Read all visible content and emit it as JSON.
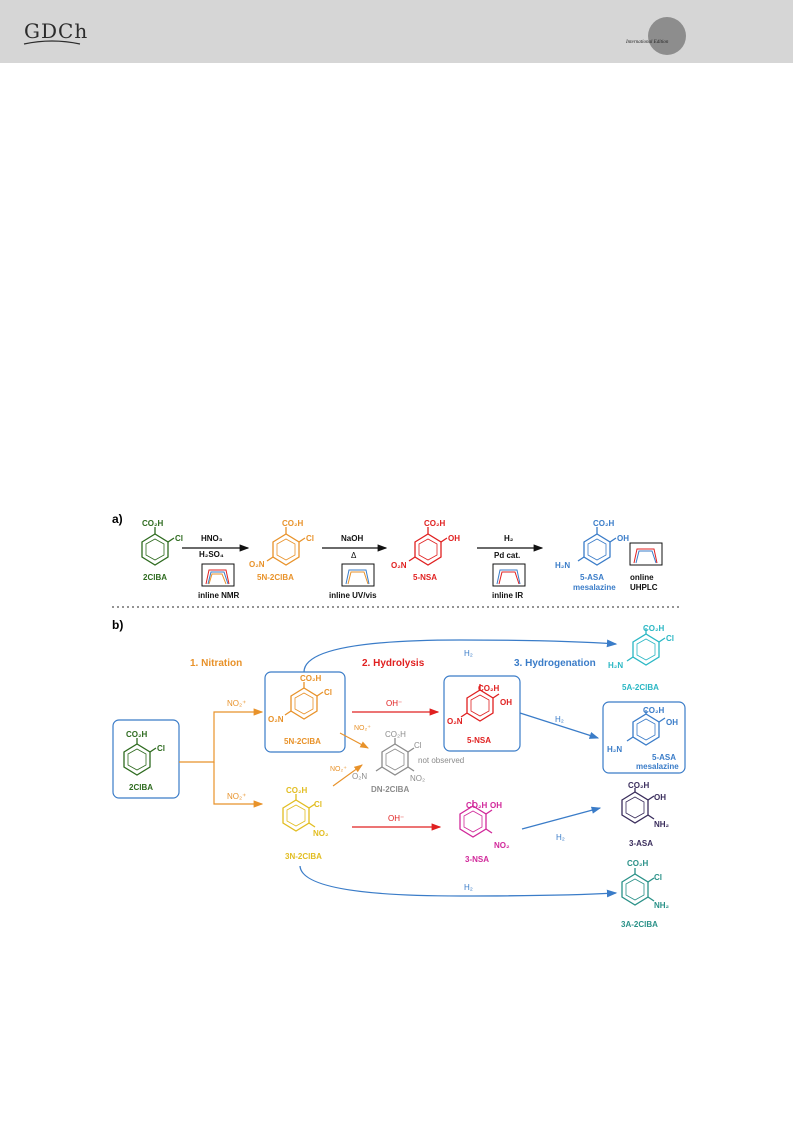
{
  "header": {
    "logo_text": "GDCh",
    "edition_label": "International Edition"
  },
  "panel_a": {
    "label": "a)",
    "compounds": {
      "c1": {
        "name": "2ClBA",
        "sub1": "CO₂H",
        "sub2": "Cl"
      },
      "c2": {
        "name": "5N-2ClBA",
        "sub1": "CO₂H",
        "sub2": "Cl",
        "sub3": "O₂N"
      },
      "c3": {
        "name": "5-NSA",
        "sub1": "CO₂H",
        "sub2": "OH",
        "sub3": "O₂N"
      },
      "c4": {
        "name": "5-ASA",
        "name2": "mesalazine",
        "sub1": "CO₂H",
        "sub2": "OH",
        "sub3": "H₂N"
      }
    },
    "steps": [
      {
        "reagent1": "HNO₃",
        "reagent2": "H₂SO₄",
        "analytics": "inline NMR"
      },
      {
        "reagent1": "NaOH",
        "reagent2": "Δ",
        "analytics": "inline UV/vis"
      },
      {
        "reagent1": "H₂",
        "reagent2": "Pd cat.",
        "analytics": "inline IR"
      }
    ],
    "final_analytics_1": "online",
    "final_analytics_2": "UHPLC"
  },
  "panel_b": {
    "label": "b)",
    "stage_titles": {
      "nitration": "1. Nitration",
      "hydrolysis": "2. Hydrolysis",
      "hydrogenation": "3. Hydrogenation"
    },
    "reagents": {
      "no2": "NO₂⁺",
      "oh": "OH⁻",
      "h2": "H₂"
    },
    "not_observed": "not observed",
    "compounds": {
      "start": {
        "name": "2ClBA",
        "sub1": "CO₂H",
        "sub2": "Cl"
      },
      "n5": {
        "name": "5N-2ClBA",
        "sub1": "CO₂H",
        "sub2": "Cl",
        "sub3": "O₂N"
      },
      "n3": {
        "name": "3N-2ClBA",
        "sub1": "CO₂H",
        "sub2": "Cl",
        "sub3": "NO₂"
      },
      "dn": {
        "name": "DN-2ClBA",
        "sub1": "CO₂H",
        "sub2": "Cl",
        "sub3": "NO₂",
        "sub4": "O₂N"
      },
      "nsa5": {
        "name": "5-NSA",
        "sub1": "CO₂H",
        "sub2": "OH",
        "sub3": "O₂N"
      },
      "nsa3": {
        "name": "3-NSA",
        "sub1": "CO₂H",
        "sub2": "OH",
        "sub3": "NO₂"
      },
      "a5cl": {
        "name": "5A-2ClBA",
        "sub1": "CO₂H",
        "sub2": "Cl",
        "sub3": "H₂N"
      },
      "asa5": {
        "name": "5-ASA",
        "name2": "mesalazine",
        "sub1": "CO₂H",
        "sub2": "OH",
        "sub3": "H₂N"
      },
      "asa3": {
        "name": "3-ASA",
        "sub1": "CO₂H",
        "sub2": "OH",
        "sub3": "NH₂"
      },
      "a3cl": {
        "name": "3A-2ClBA",
        "sub1": "CO₂H",
        "sub2": "Cl",
        "sub3": "NH₂"
      }
    }
  },
  "colors": {
    "green": "#2e6b1f",
    "orange": "#e8922a",
    "red": "#e02020",
    "blue": "#3a7cc8",
    "cyan": "#2ab7c4",
    "yellow": "#e2bd21",
    "gray": "#8c8c8c",
    "magenta": "#d1289a",
    "navy": "#3a2d5c",
    "teal": "#2a9188"
  }
}
